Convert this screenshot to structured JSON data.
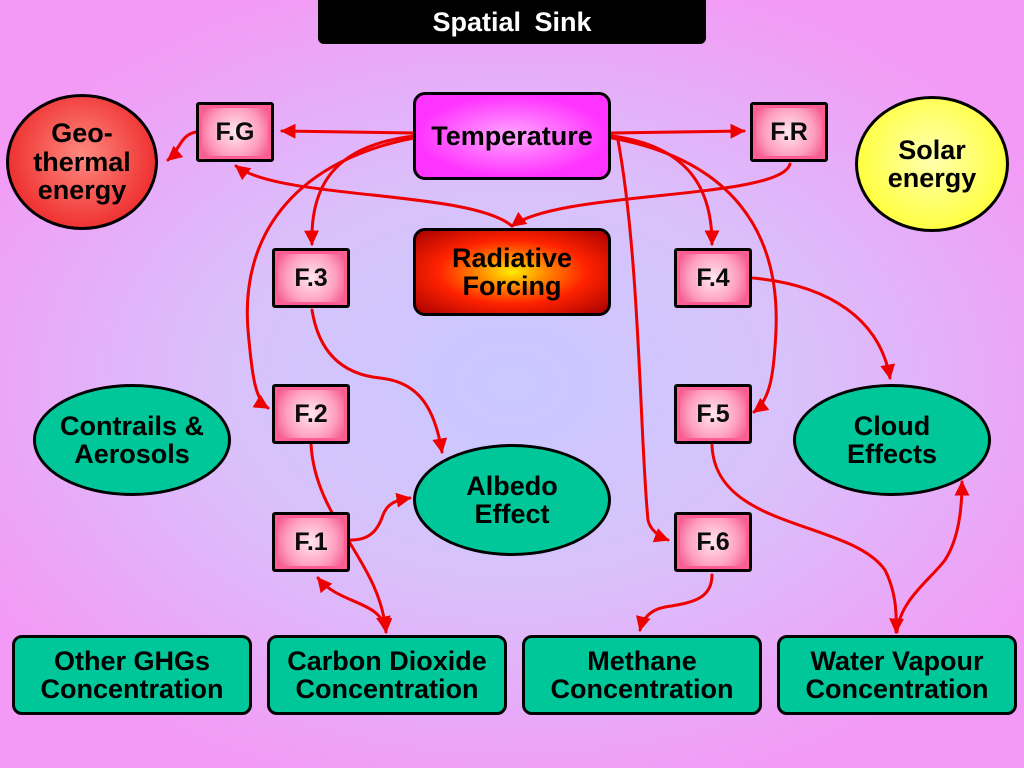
{
  "title": "Spatial  Sink",
  "nodes": {
    "temperature": "Temperature",
    "radiative_forcing": "Radiative\nForcing",
    "geothermal": "Geo-\nthermal\nenergy",
    "solar": "Solar\nenergy",
    "fg": "F.G",
    "fr": "F.R",
    "f1": "F.1",
    "f2": "F.2",
    "f3": "F.3",
    "f4": "F.4",
    "f5": "F.5",
    "f6": "F.6",
    "contrails": "Contrails &\nAerosols",
    "albedo": "Albedo\nEffect",
    "cloud": "Cloud\nEffects",
    "other_ghg": "Other GHGs\nConcentration",
    "co2": "Carbon Dioxide\nConcentration",
    "methane": "Methane\nConcentration",
    "water_vapour": "Water Vapour\nConcentration"
  },
  "colors": {
    "arrow": "#ee0000",
    "ellipse_fill": "#00c79a",
    "temperature_fill": "#ff33ff",
    "geothermal_fill": "#ee2222",
    "solar_fill": "#ffff44"
  }
}
